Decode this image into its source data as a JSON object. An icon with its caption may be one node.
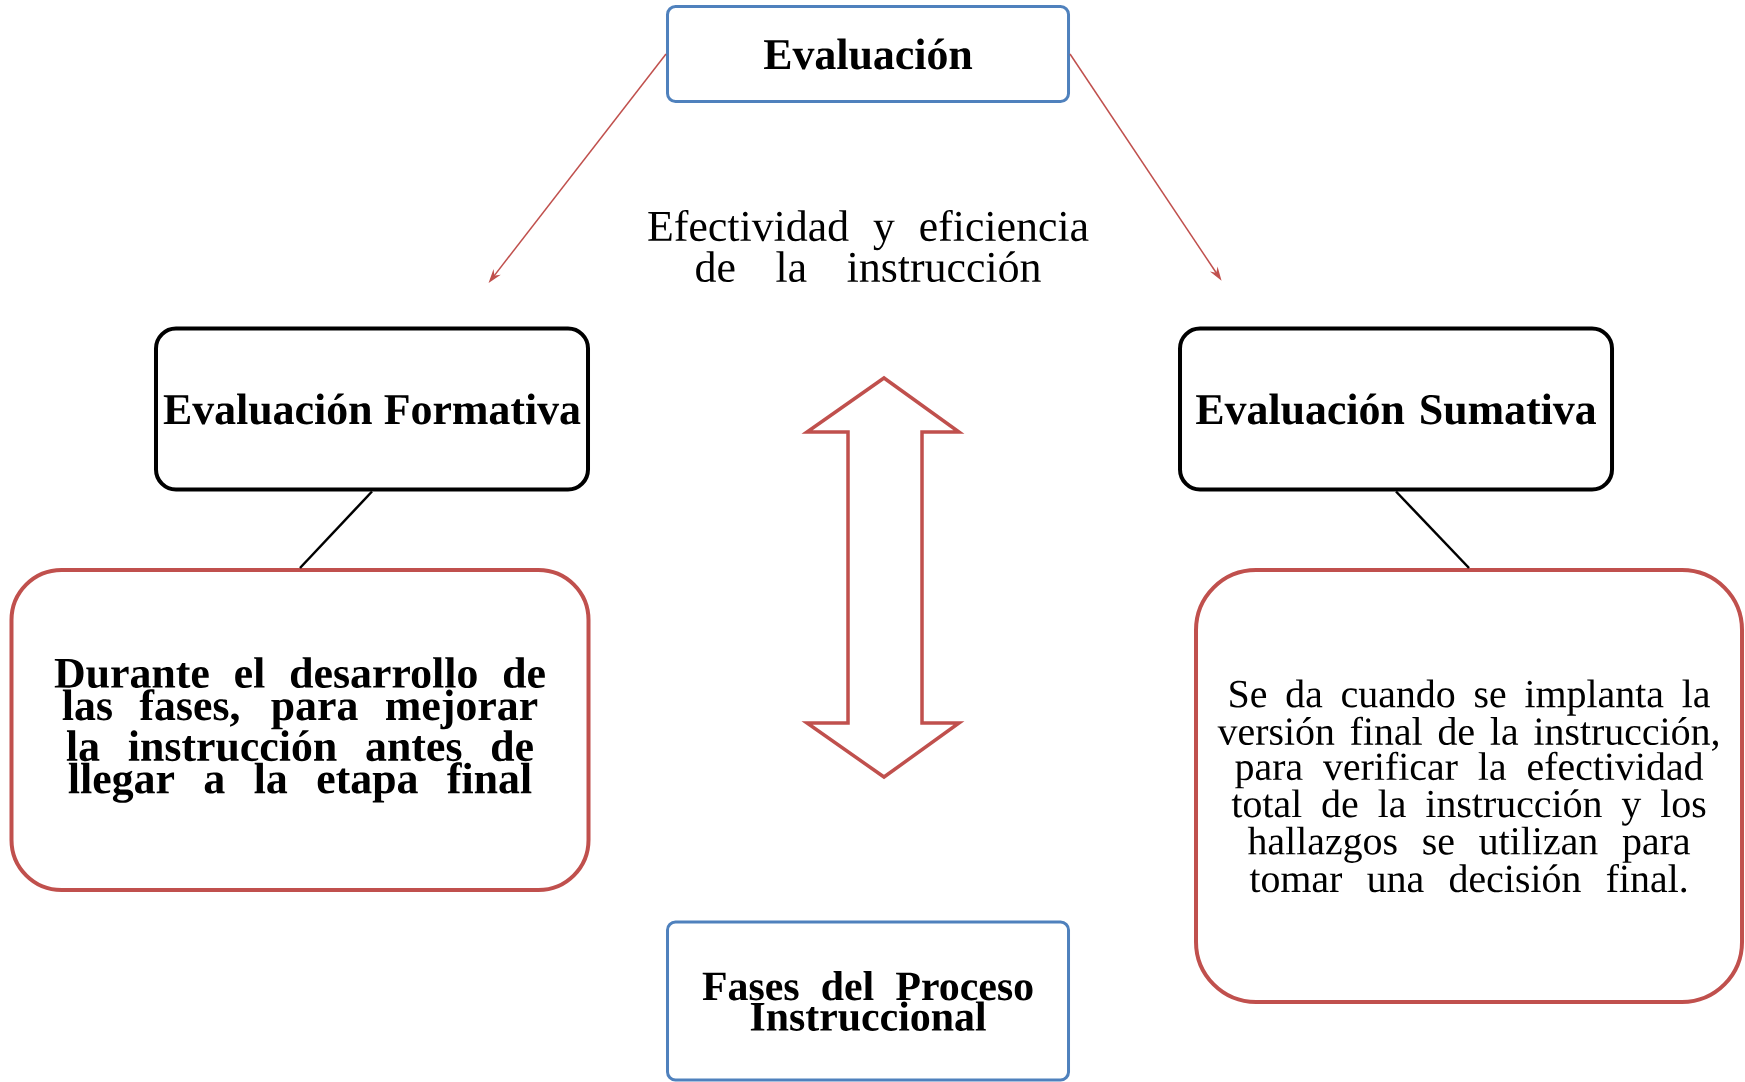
{
  "diagram": {
    "nodes": [
      {
        "text": [
          "Evaluación"
        ]
      },
      {
        "text": [
          "Evaluación Formativa"
        ]
      },
      {
        "text": [
          "Evaluación Sumativa"
        ]
      },
      {
        "text": [
          "Durante el desarrollo de las fases, para mejorar la instrucción antes de llegar a la etapa final"
        ]
      },
      {
        "text": [
          "Se da cuando se implanta la versión final de la instrucción, para verificar la efectividad total de la instrucción y los hallazgos se utilizan para tomar una decisión final."
        ]
      },
      {
        "text": [
          "Fases del Proceso Instruccional"
        ]
      }
    ],
    "edges": [
      {
        "from": 0,
        "to": 1,
        "arrow": "to",
        "color": "#c0504d"
      },
      {
        "from": 0,
        "to": 2,
        "arrow": "to",
        "color": "#c0504d"
      },
      {
        "from": 1,
        "to": 3,
        "arrow": "none",
        "color": "#000000"
      },
      {
        "from": 2,
        "to": 4,
        "arrow": "none",
        "color": "#000000"
      }
    ],
    "labels": [
      "Efectividad y eficiencia de la instrucción"
    ]
  }
}
